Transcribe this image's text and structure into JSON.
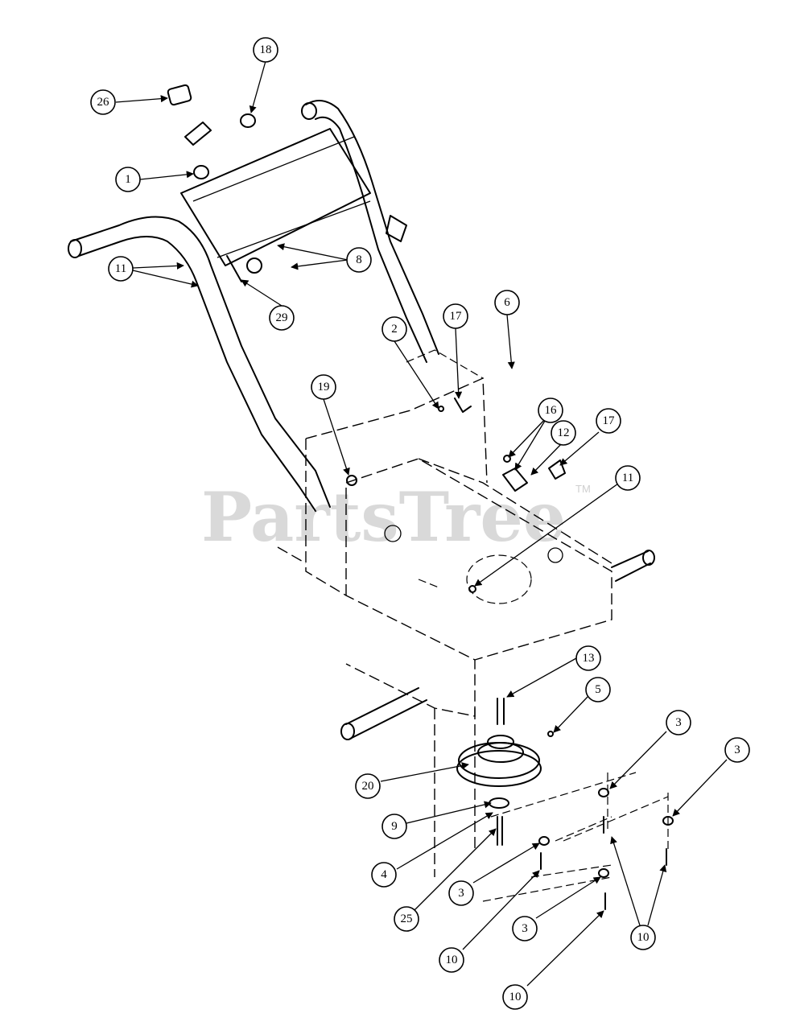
{
  "watermark": {
    "text": "PartsTree",
    "tm": "TM"
  },
  "callouts": [
    "18",
    "26",
    "1",
    "11",
    "8",
    "29",
    "17",
    "6",
    "2",
    "19",
    "16",
    "12",
    "17",
    "11",
    "13",
    "5",
    "3",
    "3",
    "20",
    "9",
    "4",
    "25",
    "3",
    "10",
    "3",
    "10",
    "10"
  ]
}
